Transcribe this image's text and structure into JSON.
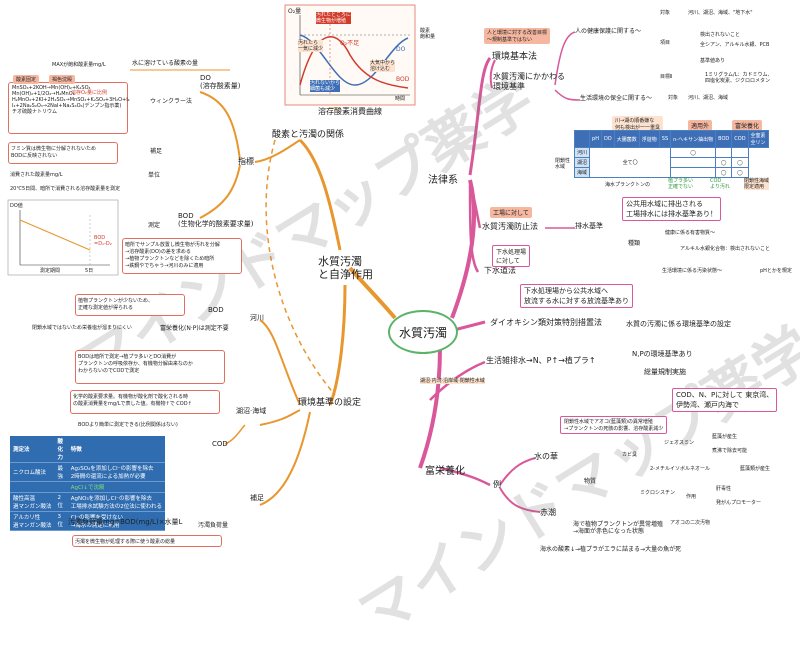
{
  "center": "水質汚濁",
  "watermark": "マインドマップ薬学",
  "colors": {
    "left_branch": "#e8962e",
    "right_branch": "#d9589a",
    "center_ring": "#5bb36a",
    "box_border": "#e07060",
    "table_blue": "#3e6fb6"
  },
  "left": {
    "main": "水質汚濁\nと自浄作用",
    "do_curve": {
      "caption": "溶存酸素消費曲線",
      "o2_label": "O₂量",
      "saturation": "酸素\n飽和量",
      "do_label": "DO",
      "bod_label": "BOD",
      "o2_shortage": "O₂不足",
      "axis_x": "時間",
      "note1": "汚れたら\n一気に減少",
      "note2": "大気中から\n溶け込む",
      "note3": "汚れたところに\n微生物が増殖",
      "note4": "汚れないから\n細菌も減少"
    },
    "relation": "酸素と汚濁の関係",
    "indicator": "指標",
    "do_node": "DO\n(溶存酸素量)",
    "do_def": "水に溶けている酸素の量",
    "maxdo": "MAXが飽和酸素量mg/L",
    "winkler": "ウィンクラー法",
    "winkler_eq": "MnSO₄+2KOH→Mn(OH)₂+K₂SO₄\nMn(OH)₂+1/2O₂→H₂MnO₃\nH₂MnO₃+2KI+2H₂SO₄→MnSO₄+K₂SO₄+3H₂O+I₂\nI₂+2Na₂S₂O₃→2NaI+Na₂S₄O₆(デンプン指示薬)\nチオ硫酸ナトリウム",
    "winkler_tags": [
      "酸素固定",
      "褐色沈殿"
    ],
    "winkler_red": "溶存O₂量に比例",
    "supplement": "補足",
    "supplement_text": "フミン質は微生物に分解されないため\nBODに反映されない",
    "bod_node": "BOD\n(生物化学的酸素要求量)",
    "unit": "単位",
    "unit_value": "消費された酸素量mg/L",
    "measure": "測定",
    "measure_text": "20℃5日間、暗所で消費される溶存酸素量を測定",
    "graph": {
      "y": "DO値",
      "x": "測定期間",
      "d": "5日",
      "bod": "BOD\n=D₁-D₂"
    },
    "measure_note": "暗所でサンプル放置し微生物が汚れを分解\n→溶存酸素(DO)の差を求める\n→植物プランクトンなどを除くため暗所\n→鉄鋼やでちゃう→河川のみに適用",
    "standards": "環境基準の設定",
    "river": "河川",
    "river_bod": "BOD",
    "river_bod_text": "植物プランクトンが少ないため、\n正確な測定値が得られる",
    "closed_text": "閉鎖水域ではないため栄養塩が溜まりにくい",
    "eutro_na": "富栄養化(N·P)は測定不要",
    "lake": "湖沼·海域",
    "lake_text": "BODは暗所で測定→植プラ多いとDO消費が\nプランクトンの呼吸依存か、有機物分解由来なのか\nわからないのでCODで測定",
    "cod": "COD",
    "cod_def": "化学的酸素要求量。有機物が酸化剤で酸化される時\nの酸素消費量をmg/Lで表した値。有機物↑で COD↑",
    "cod_note": "BODより簡単に測定できる(比例関係はない)",
    "table_head": [
      "測定法",
      "酸化力",
      "特徴"
    ],
    "table_rows": [
      [
        "ニクロム酸法",
        "最強",
        "Ag₂SO₄を添加しCl⁻の影響を除去\n2時間の還流による加熱が必要"
      ],
      [
        "",
        "",
        "AgCl↓で沈殿"
      ],
      [
        "酸性高温\n過マンガン酸法",
        "2位",
        "AgNO₃を添加しCl⁻の影響を除去\n工場排水試験方法の2位法に使われる"
      ],
      [
        "アルカリ性\n過マンガン酸法",
        "3位",
        "Cl⁻の影響を受けない\n→海水の測定に利用"
      ]
    ],
    "supp2": "補足",
    "polluted_load": "汚濁負荷量mg=BOD(mg/L)×水量L",
    "load_label": "汚濁負荷量",
    "load_text": "汚濁を微生物が処理する際に使う酸素の総量"
  },
  "right": {
    "law": "法律系",
    "env_std": "環境基本法",
    "env_std_tag": "人と環境に対する改善目標\n～規制基準ではない",
    "water_std": "水質汚濁にかかわる\n環境基準",
    "health": "人の健康保護に関する～",
    "target": "対象",
    "target_val": "河川、湖沼、海域、\"地下水\"",
    "items": "項目",
    "items_val1": "検出されないこと",
    "items_val2": "全シアン、アルキル水銀、PCB",
    "item_std": "基準値あり",
    "item_std_val": "1ミリグラム/L：カドミウム、\n四塩化炭素、ジクロロメタン",
    "alias": "目標Ⅱ",
    "living": "生活環境の保全に関する～",
    "living_target": "対象",
    "living_target_val": "河川、湖沼、海域",
    "eval_tag": "川→湖の順番嫌な\n何も検出が一一重臭",
    "applied_tag": "適用外",
    "nutri_tag": "富栄養化",
    "table_header": [
      "pH",
      "DO",
      "大腸菌数",
      "浮遊物",
      "SS",
      "n-ヘキサン抽出物",
      "BOD",
      "COD",
      "全窒素\n全リン"
    ],
    "table_rows": [
      "河川",
      "湖沼",
      "海域"
    ],
    "table_common": "全て〇",
    "table_note": "閉鎖性\n水域",
    "table_extra": [
      "海水プランクトンの",
      "植プラ多い\n正確でない",
      "COD\nより汚れ",
      "閉鎖性海域\n限定適用"
    ],
    "pollution_act": "水質汚濁防止法",
    "pollution_tag": "工場に対して",
    "effluent": "排水基準",
    "effluent_box": "公共用水域に排出される\n工場排水には排水基準あり！",
    "types": "種類",
    "types1": "健康に係る有害物質～",
    "types2": "アルキル水銀化合物：検出されないこと",
    "types3": "生活環境に係る汚染状態～",
    "types3b": "pHとかを規定",
    "sewer": "下水道法",
    "sewer_tag": "下水処理場\nに対して",
    "sewer_box": "下水処理場から公共水域へ\n放流する水に対する放流基準あり",
    "dioxin": "ダイオキシン類対策特別措置法",
    "dioxin_val": "水質の汚濁に係る環境基準の設定",
    "eutro": "富栄養化",
    "eutro_tag": "湖沼·内湾·沿岸域·閉鎖性水域",
    "cause": "生活雑排水→N、P↑→植プラ↑",
    "np": "N,Pの環境基準あり",
    "total": "総量規制実施",
    "total_box": "COD、N、Pに対して 東京湾、\n伊勢湾、瀬戸内海で",
    "example": "例",
    "bloom": "水の華",
    "bloom_desc": "閉鎖性水域でアオコ(藍藻類)の異常増殖\n→プランクトンの死骸の影響、溶存酸素減少",
    "mold": "カビ臭",
    "geosmin": "ジェオスミン",
    "geosmin1": "藍藻が産生",
    "geosmin2": "煮沸で除去可能",
    "mib": "2-メチルイソボルネオール",
    "mib1": "藍藻類が産生",
    "substance": "物質",
    "microcystin": "ミクロシスチン",
    "action": "作用",
    "micro1": "肝毒性",
    "micro2": "発がんプロモーター",
    "red_tide": "赤潮",
    "red_desc": "海で植物プランクトンが異常増殖\n→海面が赤色になった状態",
    "red_fish": "アオコの二次汚物",
    "red_final": "海水の酸素↓→植プラがエラに詰まる→大量の魚が死"
  }
}
